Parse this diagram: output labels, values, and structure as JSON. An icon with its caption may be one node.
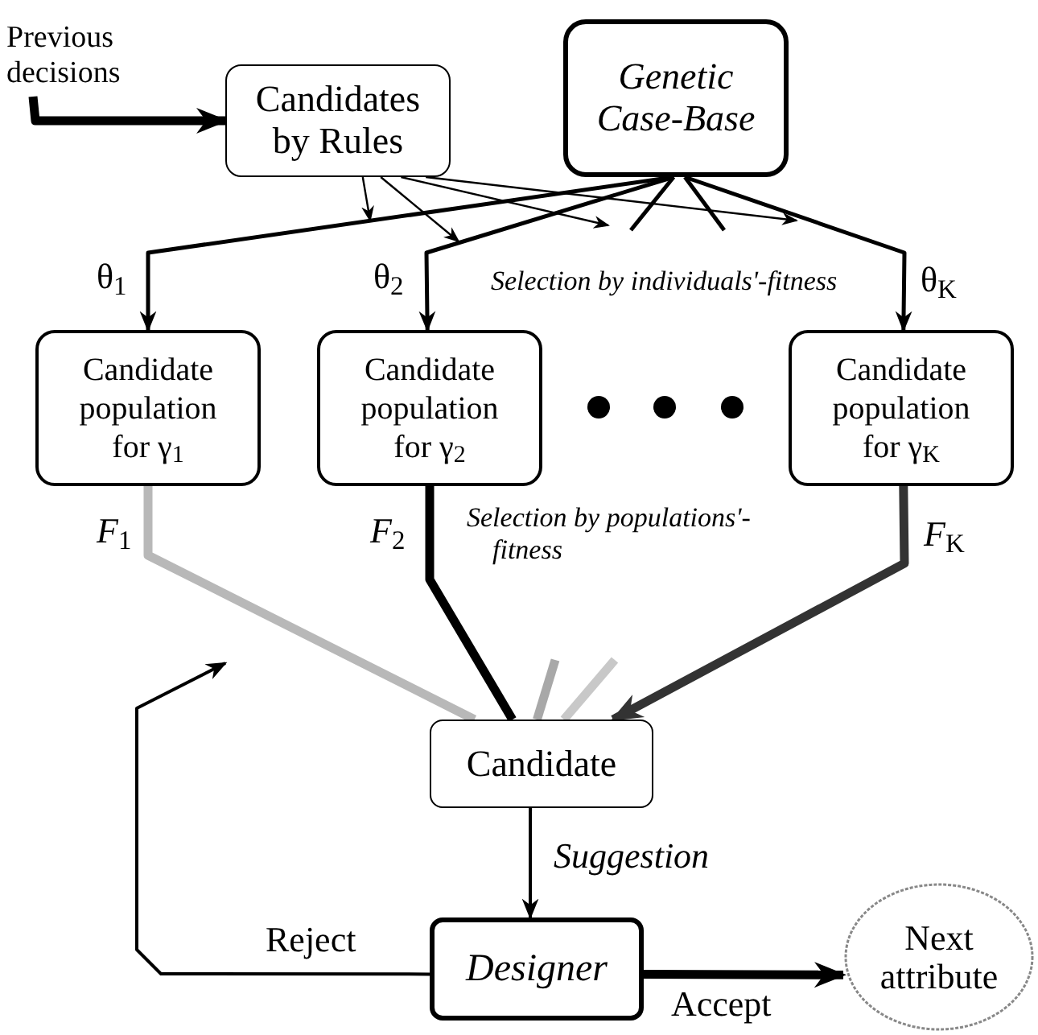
{
  "diagram": {
    "nodes": [
      {
        "text": [
          "Previous decisions"
        ]
      },
      {
        "text": [
          "Candidates by Rules"
        ]
      },
      {
        "text": [
          "Genetic Case-Base"
        ]
      },
      {
        "text": [
          "Candidate population for γ$_{1}$"
        ]
      },
      {
        "text": [
          "Candidate population for γ$_{2}$"
        ]
      },
      {
        "text": [
          "Candidate population for γ$_{K}$"
        ]
      },
      {
        "text": [
          "Candidate"
        ]
      },
      {
        "text": [
          "Designer"
        ]
      },
      {
        "text": [
          "Next attribute"
        ]
      }
    ],
    "edges": [
      {
        "from": 0,
        "to": 1,
        "arrow": "to",
        "style": "thick"
      },
      {
        "from": 1,
        "to": null,
        "arrow": "to"
      },
      {
        "from": 1,
        "to": null,
        "arrow": "to"
      },
      {
        "from": 1,
        "to": null,
        "arrow": "to"
      },
      {
        "from": 1,
        "to": null,
        "arrow": "to"
      },
      {
        "from": 2,
        "to": 3,
        "arrow": "to",
        "label": "θ$_{1}$"
      },
      {
        "from": 2,
        "to": 4,
        "arrow": "to",
        "label": "θ$_{2}$"
      },
      {
        "from": 2,
        "to": null,
        "arrow": "none"
      },
      {
        "from": 2,
        "to": null,
        "arrow": "none"
      },
      {
        "from": 2,
        "to": 5,
        "arrow": "to",
        "label": "θ$_{K}$"
      },
      {
        "from": 3,
        "to": 6,
        "arrow": "none",
        "style": "thick",
        "color": "#b8b8b8",
        "label": "*F*$_{1}$"
      },
      {
        "from": 4,
        "to": 6,
        "arrow": "none",
        "style": "thick",
        "label": "*F*$_{2}$"
      },
      {
        "from": null,
        "to": 6,
        "arrow": "none",
        "style": "thick",
        "color": "#a8a8a8"
      },
      {
        "from": null,
        "to": 6,
        "arrow": "none",
        "style": "thick",
        "color": "#c8c8c8"
      },
      {
        "from": 5,
        "to": 6,
        "arrow": "to",
        "style": "thick",
        "color": "#333333",
        "label": "*F*$_{K}$"
      },
      {
        "from": 6,
        "to": 7,
        "arrow": "to",
        "label": "Suggestion"
      },
      {
        "from": 7,
        "to": 8,
        "arrow": "to",
        "style": "thick",
        "label": "Accept"
      },
      {
        "from": 7,
        "to": null,
        "arrow": "to",
        "label": "Reject"
      }
    ],
    "labels": [
      "Selection by individuals'-fitness",
      "Selection by populations'-fitness"
    ]
  }
}
